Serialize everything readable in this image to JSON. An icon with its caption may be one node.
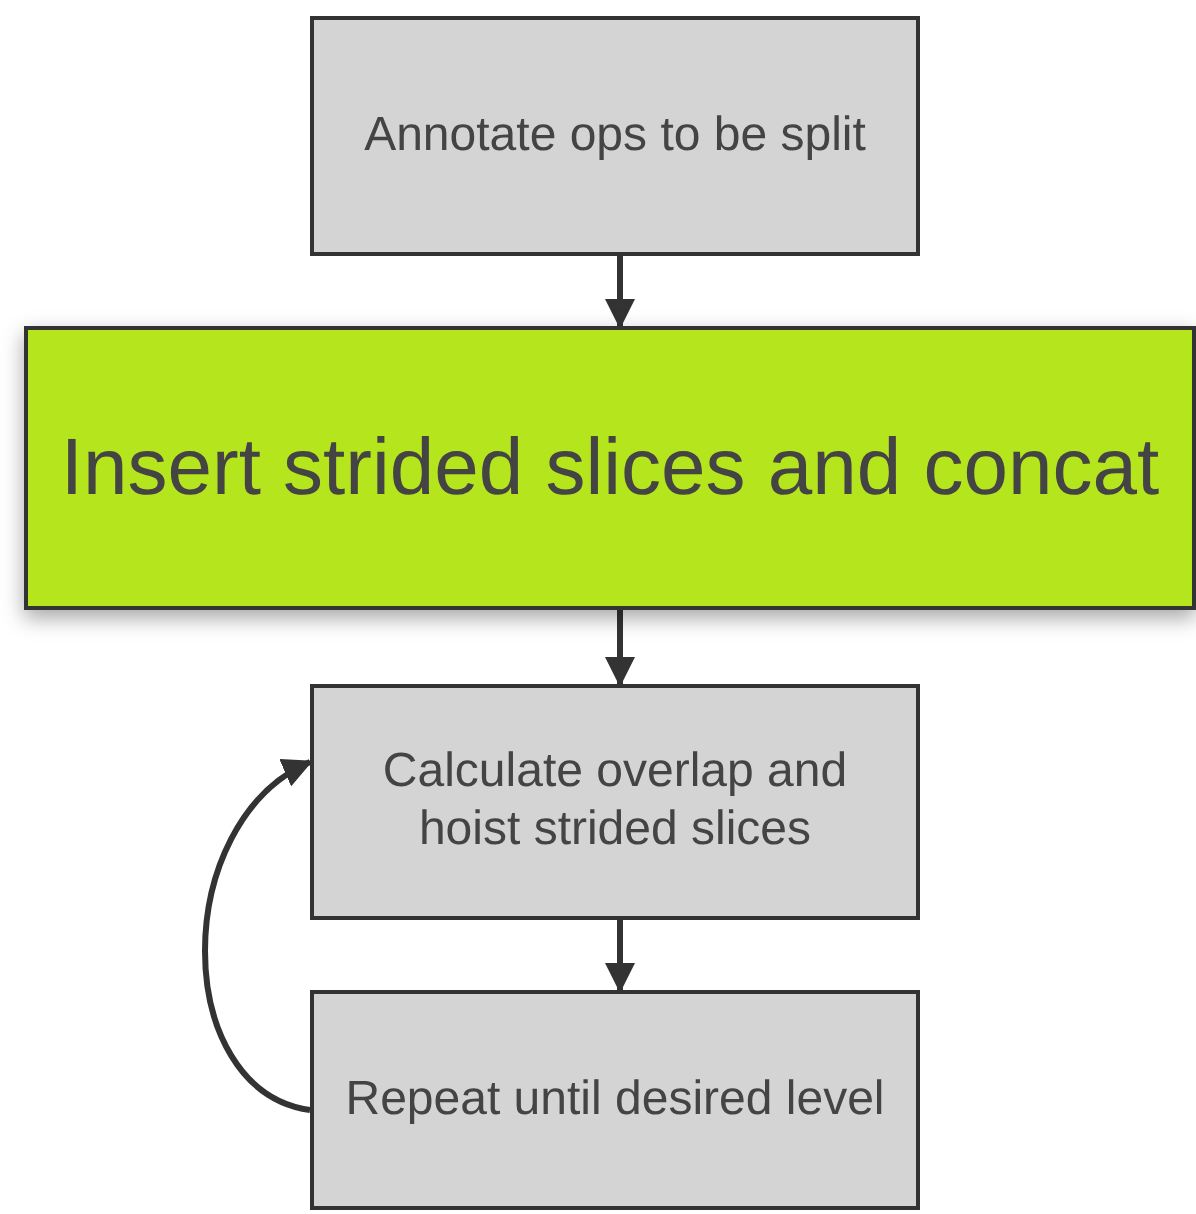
{
  "diagram": {
    "nodes": [
      {
        "text": [
          "Annotate ops to be split"
        ]
      },
      {
        "text": [
          "Insert strided slices and concat"
        ]
      },
      {
        "text": [
          "Calculate overlap and hoist strided slices"
        ]
      },
      {
        "text": [
          "Repeat until desired level"
        ]
      }
    ],
    "edges": [
      {
        "from": 0,
        "to": 1,
        "arrow": "to"
      },
      {
        "from": 1,
        "to": 2,
        "arrow": "to"
      },
      {
        "from": 2,
        "to": 3,
        "arrow": "to"
      },
      {
        "from": 3,
        "to": 2,
        "arrow": "to"
      }
    ]
  }
}
